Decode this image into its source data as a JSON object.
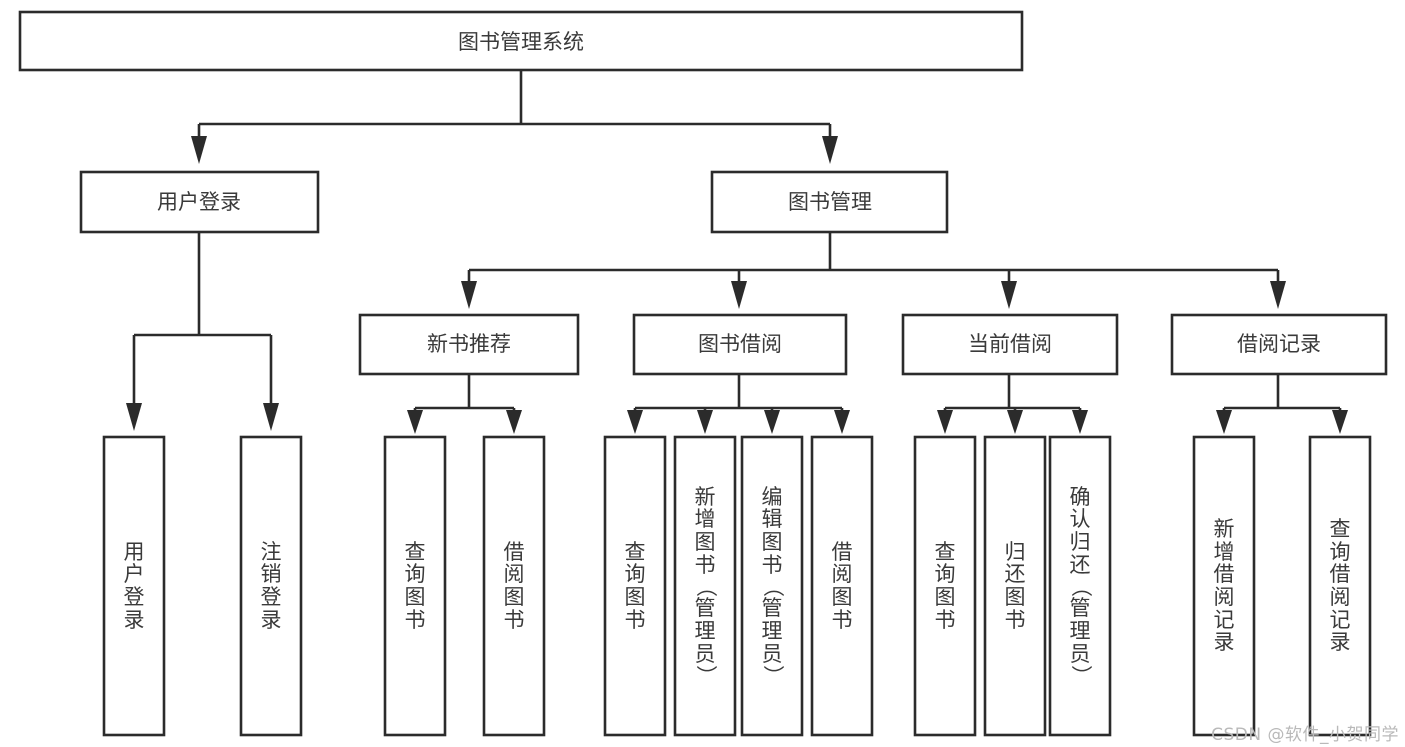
{
  "diagram": {
    "title": "图书管理系统",
    "type": "hierarchy-tree",
    "root": {
      "id": "root",
      "label": "图书管理系统",
      "orientation": "horizontal"
    },
    "level1": [
      {
        "id": "user-login",
        "label": "用户登录",
        "orientation": "horizontal"
      },
      {
        "id": "book-manage",
        "label": "图书管理",
        "orientation": "horizontal"
      }
    ],
    "level2": [
      {
        "id": "new-book-recommend",
        "label": "新书推荐",
        "parent": "book-manage",
        "orientation": "horizontal"
      },
      {
        "id": "book-borrow",
        "label": "图书借阅",
        "parent": "book-manage",
        "orientation": "horizontal"
      },
      {
        "id": "current-borrow",
        "label": "当前借阅",
        "parent": "book-manage",
        "orientation": "horizontal"
      },
      {
        "id": "borrow-record",
        "label": "借阅记录",
        "parent": "book-manage",
        "orientation": "horizontal"
      }
    ],
    "leaves": {
      "user-login": [
        {
          "id": "leaf-user-login",
          "label": "用户登录",
          "orientation": "vertical"
        },
        {
          "id": "leaf-logout",
          "label": "注销登录",
          "orientation": "vertical"
        }
      ],
      "new-book-recommend": [
        {
          "id": "leaf-query-book-1",
          "label": "查询图书",
          "orientation": "vertical"
        },
        {
          "id": "leaf-borrow-book-1",
          "label": "借阅图书",
          "orientation": "vertical"
        }
      ],
      "book-borrow": [
        {
          "id": "leaf-query-book-2",
          "label": "查询图书",
          "orientation": "vertical"
        },
        {
          "id": "leaf-add-book",
          "label": "新增图书（管理员）",
          "orientation": "vertical"
        },
        {
          "id": "leaf-edit-book",
          "label": "编辑图书（管理员）",
          "orientation": "vertical"
        },
        {
          "id": "leaf-borrow-book-2",
          "label": "借阅图书",
          "orientation": "vertical"
        }
      ],
      "current-borrow": [
        {
          "id": "leaf-query-book-3",
          "label": "查询图书",
          "orientation": "vertical"
        },
        {
          "id": "leaf-return-book",
          "label": "归还图书",
          "orientation": "vertical"
        },
        {
          "id": "leaf-confirm-return",
          "label": "确认归还（管理员）",
          "orientation": "vertical"
        }
      ],
      "borrow-record": [
        {
          "id": "leaf-add-record",
          "label": "新增借阅记录",
          "orientation": "vertical"
        },
        {
          "id": "leaf-query-record",
          "label": "查询借阅记录",
          "orientation": "vertical"
        }
      ]
    }
  },
  "watermark": {
    "text": "CSDN @软件_小贺同学"
  },
  "colors": {
    "background": "#ffffff",
    "box_fill": "#ffffff",
    "box_stroke": "#2b2b2b",
    "text": "#3a3a3a",
    "watermark": "#b9b9b9"
  }
}
